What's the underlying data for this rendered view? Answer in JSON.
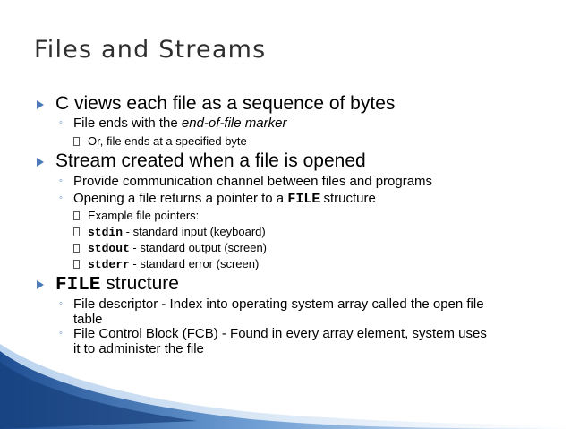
{
  "title": "Files and Streams",
  "colors": {
    "accent": "#4a7ab8",
    "title": "#2f2f2f"
  },
  "bullets": {
    "b1": {
      "text": "C views each file as a sequence of bytes"
    },
    "b1_1": {
      "pre": "File ends with the ",
      "em": "end-of-file marker"
    },
    "b1_1_1": {
      "text": "Or, file ends at a specified byte"
    },
    "b2": {
      "text": "Stream created when a file is opened"
    },
    "b2_1": {
      "text": "Provide communication channel between files and programs"
    },
    "b2_2": {
      "pre": "Opening a file returns a pointer to a ",
      "code": "FILE",
      "post": " structure"
    },
    "b2_2_1": {
      "text": "Example file pointers:"
    },
    "b2_2_2": {
      "code": "stdin",
      "post": " - standard input (keyboard)"
    },
    "b2_2_3": {
      "code": "stdout",
      "post": " - standard output (screen)"
    },
    "b2_2_4": {
      "code": "stderr",
      "post": " - standard error (screen)"
    },
    "b3": {
      "code": "FILE",
      "post": " structure"
    },
    "b3_1": {
      "line1": "File descriptor - Index into operating system array called the open file",
      "line2": "table"
    },
    "b3_2": {
      "line1": "File Control Block (FCB) - Found in every array element, system uses",
      "line2": "it to administer the file"
    }
  },
  "icons": {
    "level1": "triangle-bullet-icon",
    "level2": "circle-bullet-icon",
    "level3": "box-bullet-icon"
  }
}
